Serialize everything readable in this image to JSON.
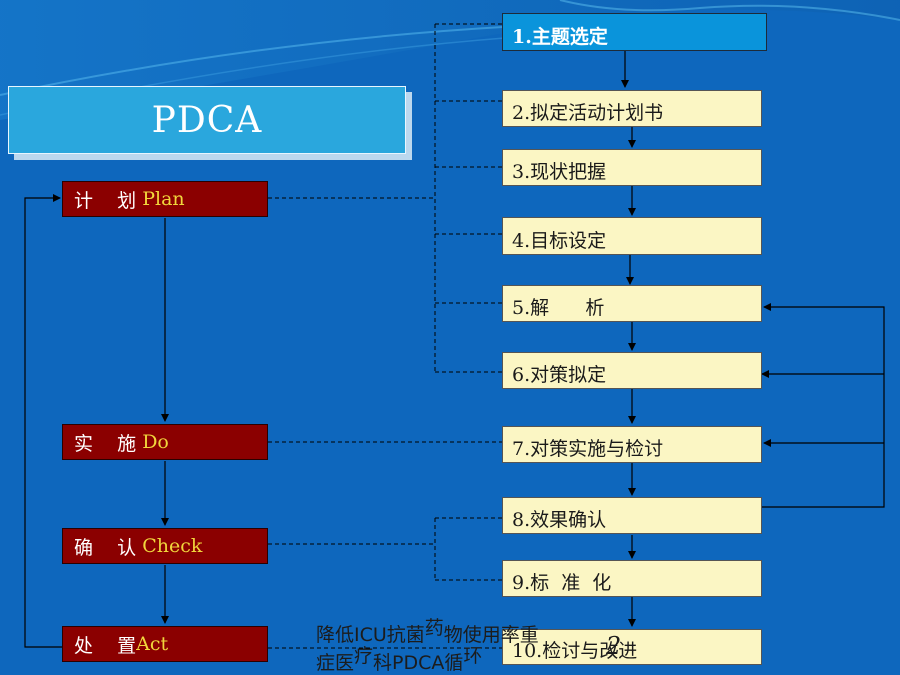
{
  "title": "PDCA",
  "phases": [
    {
      "zh": "计    划 ",
      "en": "Plan"
    },
    {
      "zh": "实    施 ",
      "en": "Do"
    },
    {
      "zh": "确    认 ",
      "en": "Check"
    },
    {
      "zh": "处    置",
      "en": "Act"
    }
  ],
  "steps": [
    "1.主题选定",
    "2.拟定活动计划书",
    "3.现状把握",
    "4.目标设定",
    "5.解      析",
    "6.对策拟定",
    "7.对策实施与检讨",
    "8.效果确认",
    "9.标  准  化",
    "10.检讨与改进"
  ],
  "caption": {
    "line1a": "降低ICU抗菌",
    "line1b": "药",
    "line1c": "物使用率重",
    "line2a": "症医",
    "line2b": "疗",
    "line2c": "科PDCA循",
    "line2d": "环"
  },
  "page_number": "2",
  "colors": {
    "background": "#0e67bd",
    "phase_box": "#8b0000",
    "phase_english_text": "#f1d63c",
    "step_box": "#fbf6c4",
    "first_step_box": "#0a94db",
    "title_box": "#2aa7dd"
  }
}
